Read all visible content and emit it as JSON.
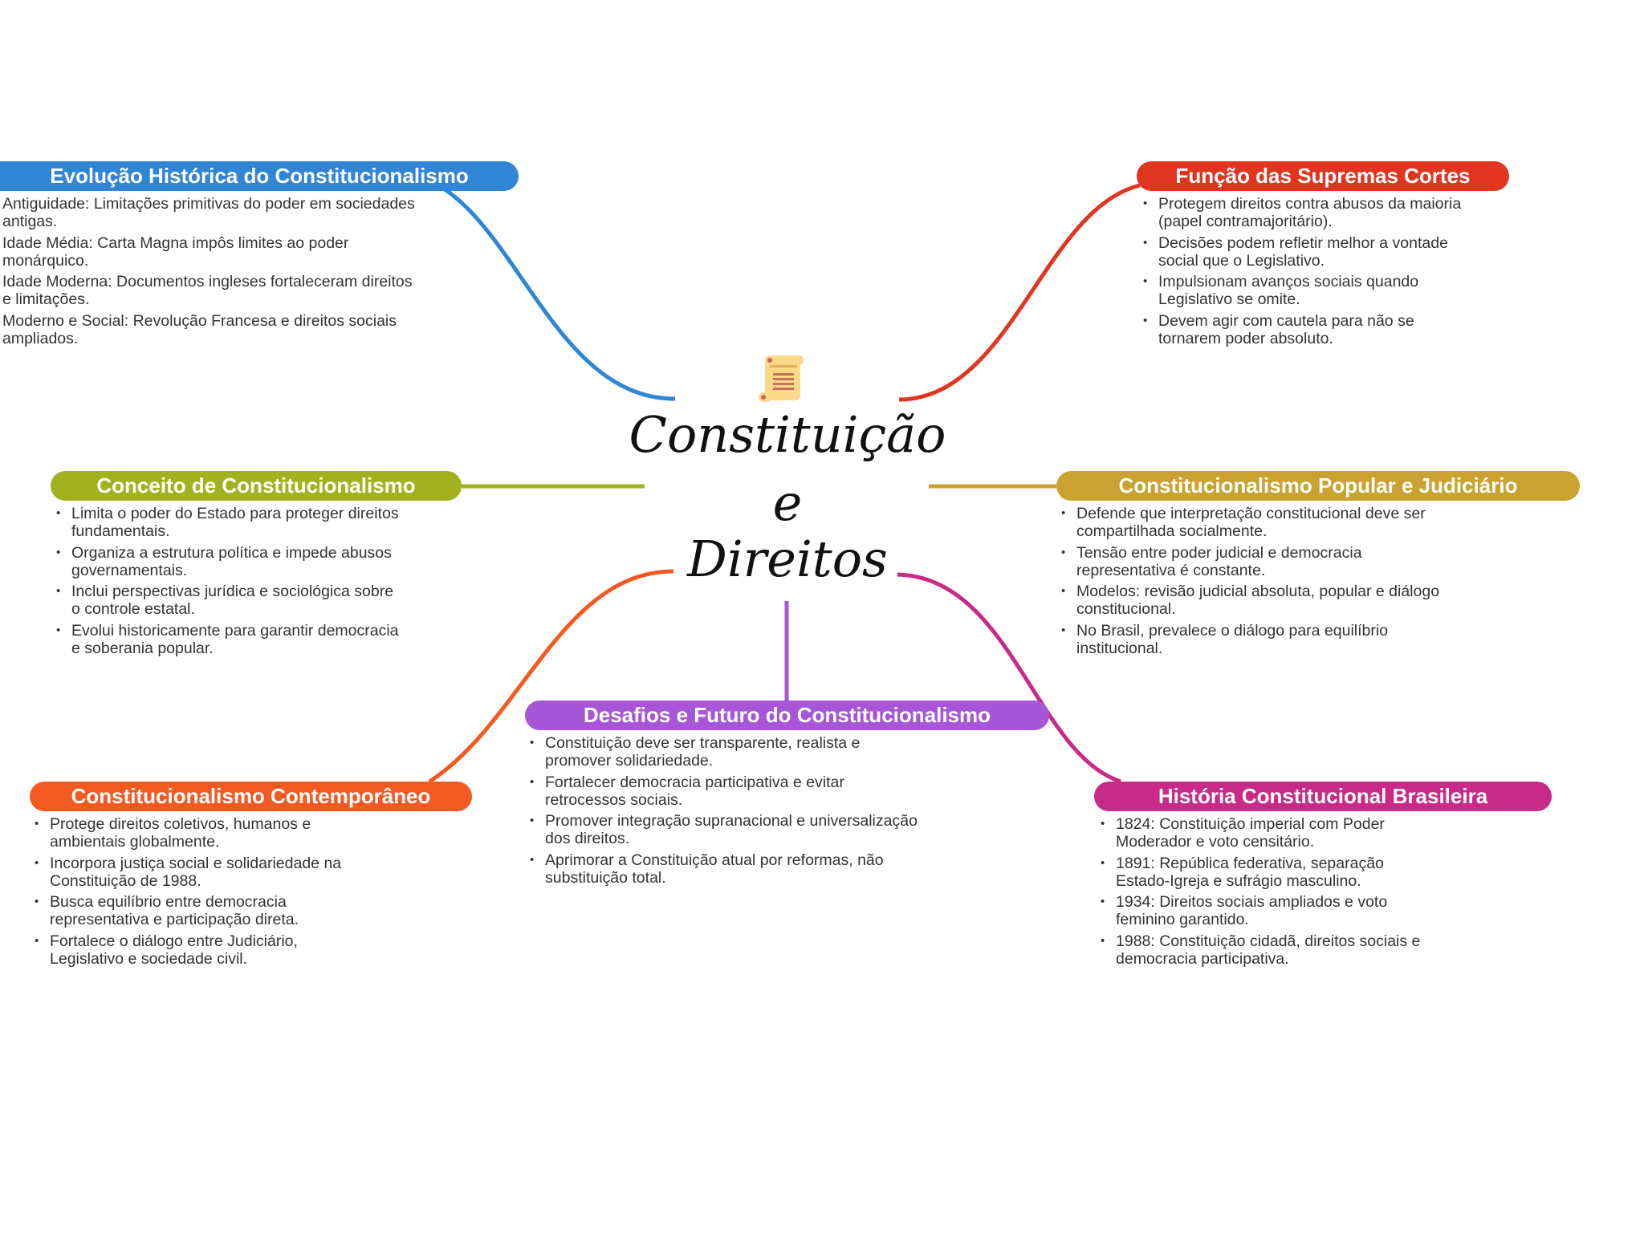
{
  "center": {
    "icon": "scroll-icon",
    "line1": "Constituição",
    "line2": "e",
    "line3": "Direitos"
  },
  "branches": [
    {
      "id": "evolucao",
      "title": "Evolução Histórica do Constitucionalismo",
      "color": "#2f86d6",
      "items": [
        "Antiguidade: Limitações primitivas do poder em sociedades antigas.",
        "Idade Média: Carta Magna impôs limites ao poder monárquico.",
        "Idade Moderna: Documentos ingleses fortaleceram direitos e limitações.",
        "Moderno e Social: Revolução Francesa e direitos sociais ampliados."
      ]
    },
    {
      "id": "funcao",
      "title": "Função das Supremas Cortes",
      "color": "#e0361f",
      "items": [
        "Protegem direitos contra abusos da maioria (papel contramajoritário).",
        "Decisões podem refletir melhor a vontade social que o Legislativo.",
        "Impulsionam avanços sociais quando Legislativo se omite.",
        "Devem agir com cautela para não se tornarem poder absoluto."
      ]
    },
    {
      "id": "conceito",
      "title": "Conceito de Constitucionalismo",
      "color": "#a2b21f",
      "items": [
        "Limita o poder do Estado para proteger direitos fundamentais.",
        "Organiza a estrutura política e impede abusos governamentais.",
        "Inclui perspectivas jurídica e sociológica sobre o controle estatal.",
        "Evolui historicamente para garantir democracia e soberania popular."
      ]
    },
    {
      "id": "popular",
      "title": "Constitucionalismo Popular e Judiciário",
      "color": "#c9a231",
      "items": [
        "Defende que interpretação constitucional deve ser compartilhada socialmente.",
        "Tensão entre poder judicial e democracia representativa é constante.",
        "Modelos: revisão judicial absoluta, popular e diálogo constitucional.",
        "No Brasil, prevalece o diálogo para equilíbrio institucional."
      ]
    },
    {
      "id": "desafios",
      "title": "Desafios e Futuro do Constitucionalismo",
      "color": "#a756d8",
      "items": [
        "Constituição deve ser transparente, realista e promover solidariedade.",
        "Fortalecer democracia participativa e evitar retrocessos sociais.",
        "Promover integração supranacional e universalização dos direitos.",
        "Aprimorar a Constituição atual por reformas, não substituição total."
      ]
    },
    {
      "id": "contemporaneo",
      "title": "Constitucionalismo Contemporâneo",
      "color": "#f35a22",
      "items": [
        "Protege direitos coletivos, humanos e ambientais globalmente.",
        "Incorpora justiça social e solidariedade na Constituição de 1988.",
        "Busca equilíbrio entre democracia representativa e participação direta.",
        "Fortalece o diálogo entre Judiciário, Legislativo e sociedade civil."
      ]
    },
    {
      "id": "brasileira",
      "title": "História Constitucional Brasileira",
      "color": "#c92a88",
      "items": [
        "1824: Constituição imperial com Poder Moderador e voto censitário.",
        "1891: República federativa, separação Estado-Igreja e sufrágio masculino.",
        "1934: Direitos sociais ampliados e voto feminino garantido.",
        "1988: Constituição cidadã, direitos sociais e democracia participativa."
      ]
    }
  ]
}
